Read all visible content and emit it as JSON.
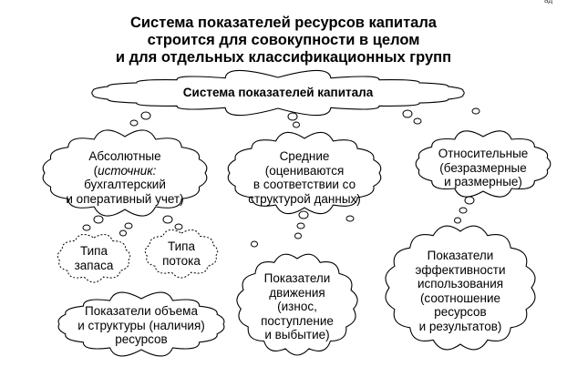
{
  "corner_mark": "ад",
  "title": {
    "line1": "Система показателей ресурсов капитала",
    "line2": "строится для совокупности в целом",
    "line3": "и для отдельных классификационных групп"
  },
  "clouds": {
    "main": {
      "label": "Система показателей капитала"
    },
    "absolute": {
      "line1": "Абсолютные",
      "line2_open": "(",
      "line2_italic": "источник:",
      "line3": "бухгалтерский",
      "line4": "и оперативный учет)"
    },
    "average": {
      "line1": "Средние",
      "line2": "(оцениваются",
      "line3": "в соответствии со",
      "line4": "структурой данных)"
    },
    "relative": {
      "line1": "Относительные",
      "line2": "(безразмерные",
      "line3": "и размерные)"
    },
    "stock_type": {
      "line1": "Типа",
      "line2": "запаса"
    },
    "flow_type": {
      "line1": "Типа",
      "line2": "потока"
    },
    "volume": {
      "line1": "Показатели объема",
      "line2": "и структуры (наличия)",
      "line3": "ресурсов"
    },
    "movement": {
      "line1": "Показатели",
      "line2": "движения",
      "line3": "(износ,",
      "line4": "поступление",
      "line5": "и выбытие)"
    },
    "efficiency": {
      "line1": "Показатели",
      "line2": "эффективности",
      "line3": "использования",
      "line4": "(соотношение",
      "line5": "ресурсов",
      "line6": "и результатов)"
    }
  }
}
